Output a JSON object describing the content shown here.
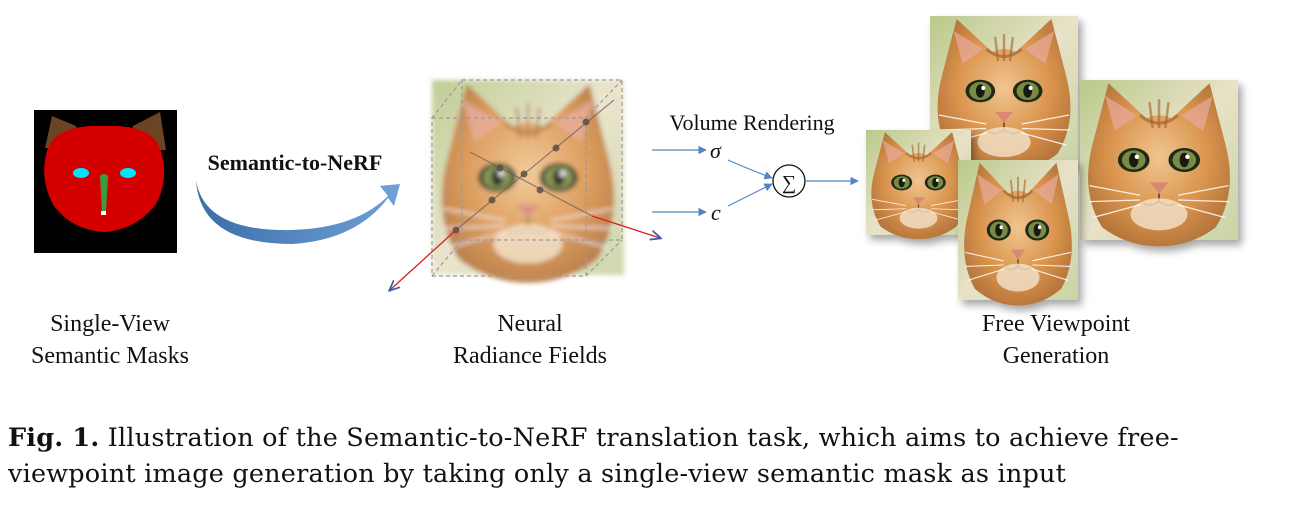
{
  "labels": {
    "masks_line1": "Single-View",
    "masks_line2": "Semantic Masks",
    "nerf_line1": "Neural",
    "nerf_line2": "Radiance Fields",
    "gen_line1": "Free Viewpoint",
    "gen_line2": "Generation"
  },
  "arrow_label": "Semantic-to-NeRF",
  "volume_rendering": "Volume Rendering",
  "sigma_symbol": "σ",
  "c_symbol": "c",
  "sum_symbol": "∑",
  "caption": {
    "label": "Fig. 1.",
    "text": " Illustration of the Semantic-to-NeRF translation task, which aims to achieve free-viewpoint image generation by taking only a single-view semantic mask as input"
  },
  "colors": {
    "mask_background": "#000000",
    "mask_face": "#d40000",
    "mask_ears": "#6b4423",
    "mask_eyes": "#00e5ff",
    "mask_nose": "#3c9b3c",
    "arrow_blue": "#4f86c6",
    "ray_red": "#d42020",
    "cat_fur": "#d9934c"
  }
}
